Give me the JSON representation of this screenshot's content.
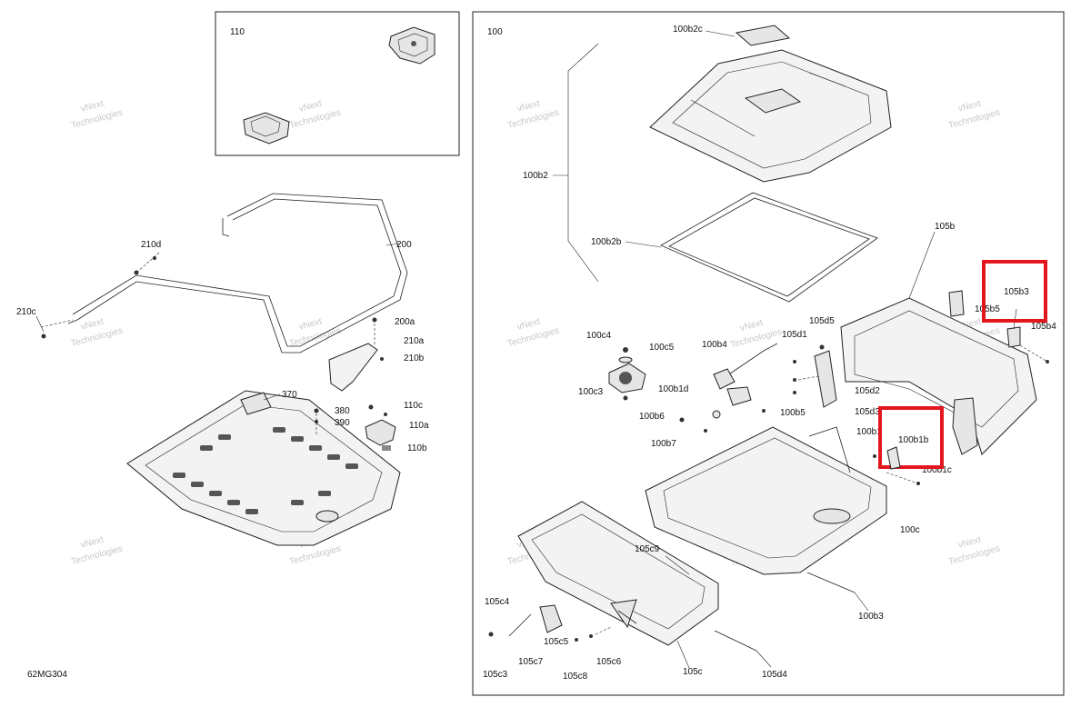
{
  "diagram_id": "62MG304",
  "highlight_color": "#e3161e",
  "watermark": {
    "line1": "vNext",
    "line2": "Technologies"
  },
  "left_panel": {
    "inset": {
      "title": "110"
    },
    "labels": {
      "l200": "200",
      "l210d": "210d",
      "l210c": "210c",
      "l200a": "200a",
      "l210a": "210a",
      "l210b": "210b",
      "l370": "370",
      "l380": "380",
      "l390": "390",
      "l110c": "110c",
      "l110a": "110a",
      "l110b": "110b"
    }
  },
  "right_panel": {
    "title": "100",
    "labels": {
      "l100b2c": "100b2c",
      "l100b2": "100b2",
      "l100b2b": "100b2b",
      "l105b": "105b",
      "l105b3": "105b3",
      "l105b5": "105b5",
      "l105b4": "105b4",
      "l100c4": "100c4",
      "l100c5": "100c5",
      "l100c3": "100c3",
      "l100b4": "100b4",
      "l105d5": "105d5",
      "l105d1": "105d1",
      "l105d2": "105d2",
      "l105d3": "105d3",
      "l100b1d": "100b1d",
      "l100b5": "100b5",
      "l100b6": "100b6",
      "l100b7": "100b7",
      "l100b1": "100b1",
      "l100b1b": "100b1b",
      "l100b1c": "100b1c",
      "l100c": "100c",
      "l100b3": "100b3",
      "l105c9": "105c9",
      "l105c4": "105c4",
      "l105c5": "105c5",
      "l105c7": "105c7",
      "l105c6": "105c6",
      "l105c3": "105c3",
      "l105c8": "105c8",
      "l105c": "105c",
      "l105d4": "105d4"
    }
  }
}
